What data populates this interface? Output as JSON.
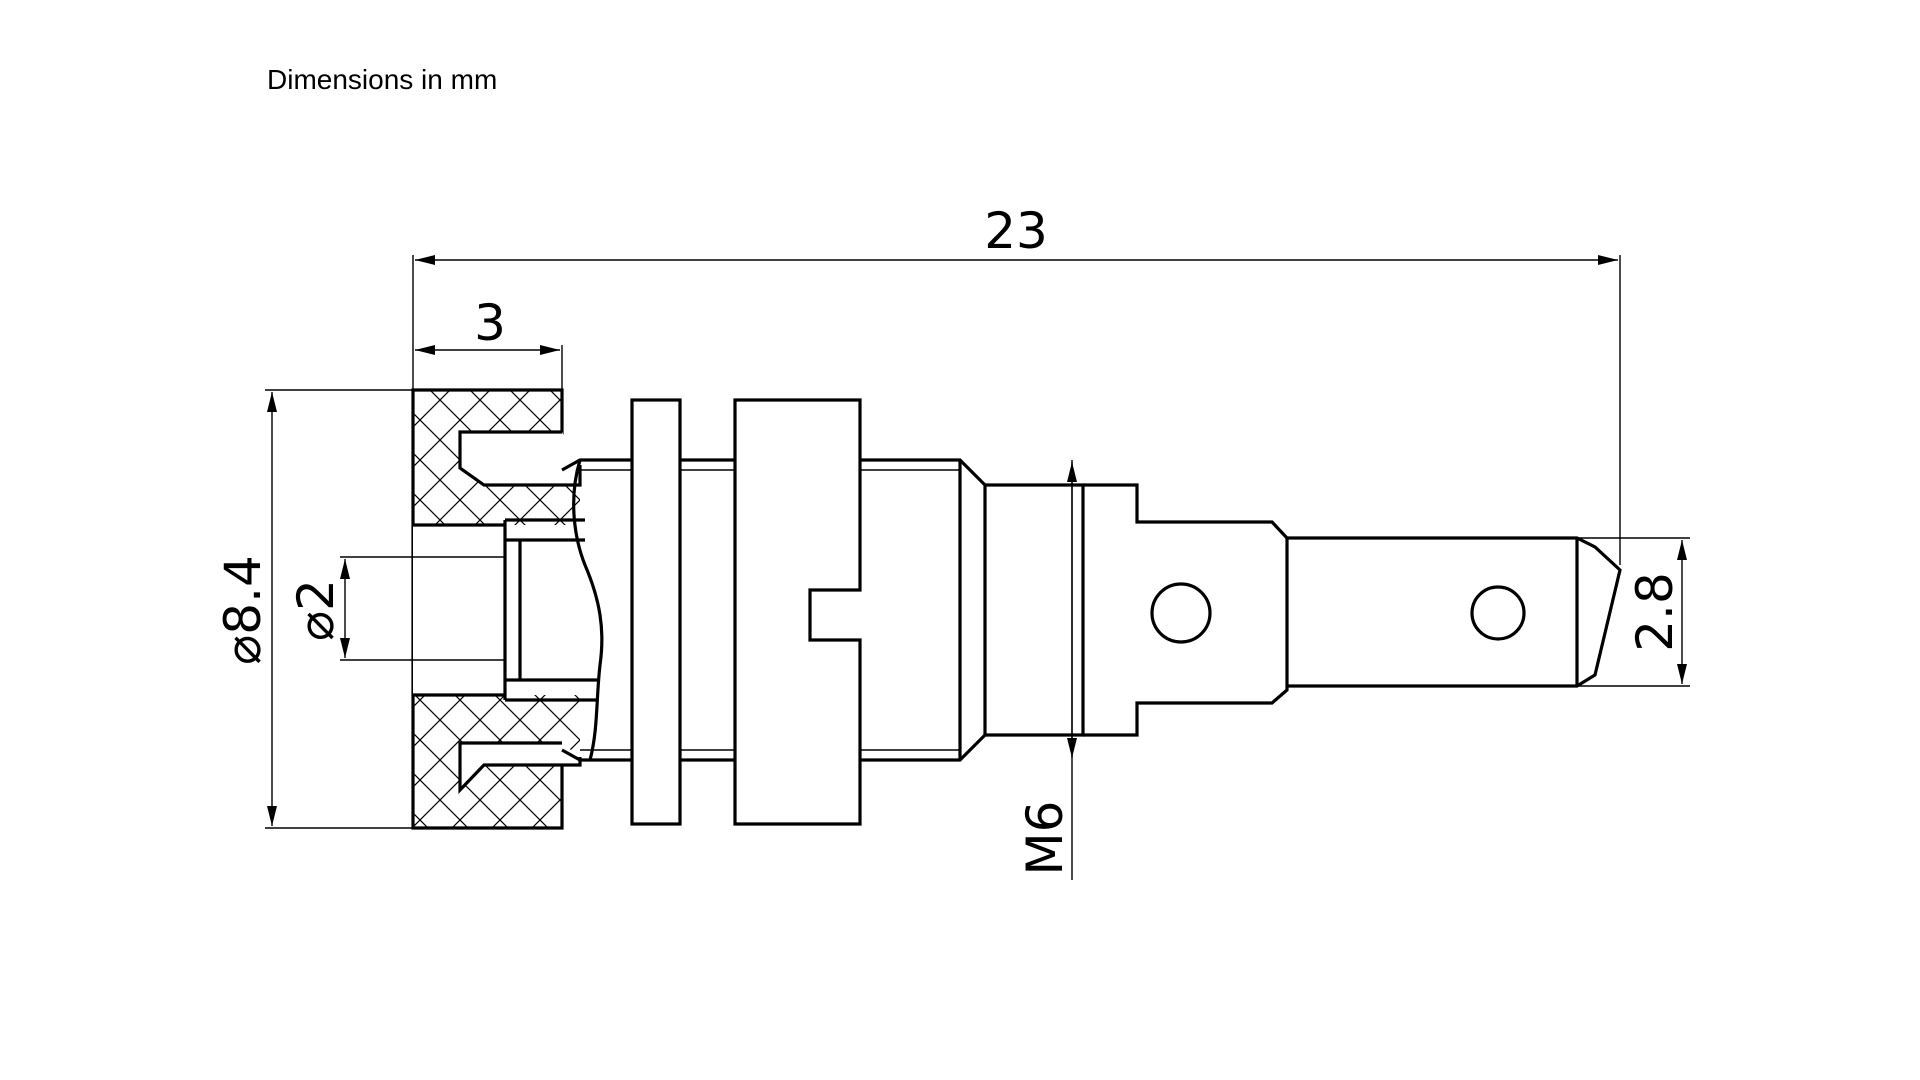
{
  "caption": "Dimensions in mm",
  "dimensions": {
    "overall_length": "23",
    "cap_length": "3",
    "outer_diameter": "⌀8.4",
    "bore_diameter": "⌀2",
    "thread": "M6",
    "tab_width": "2.8"
  }
}
